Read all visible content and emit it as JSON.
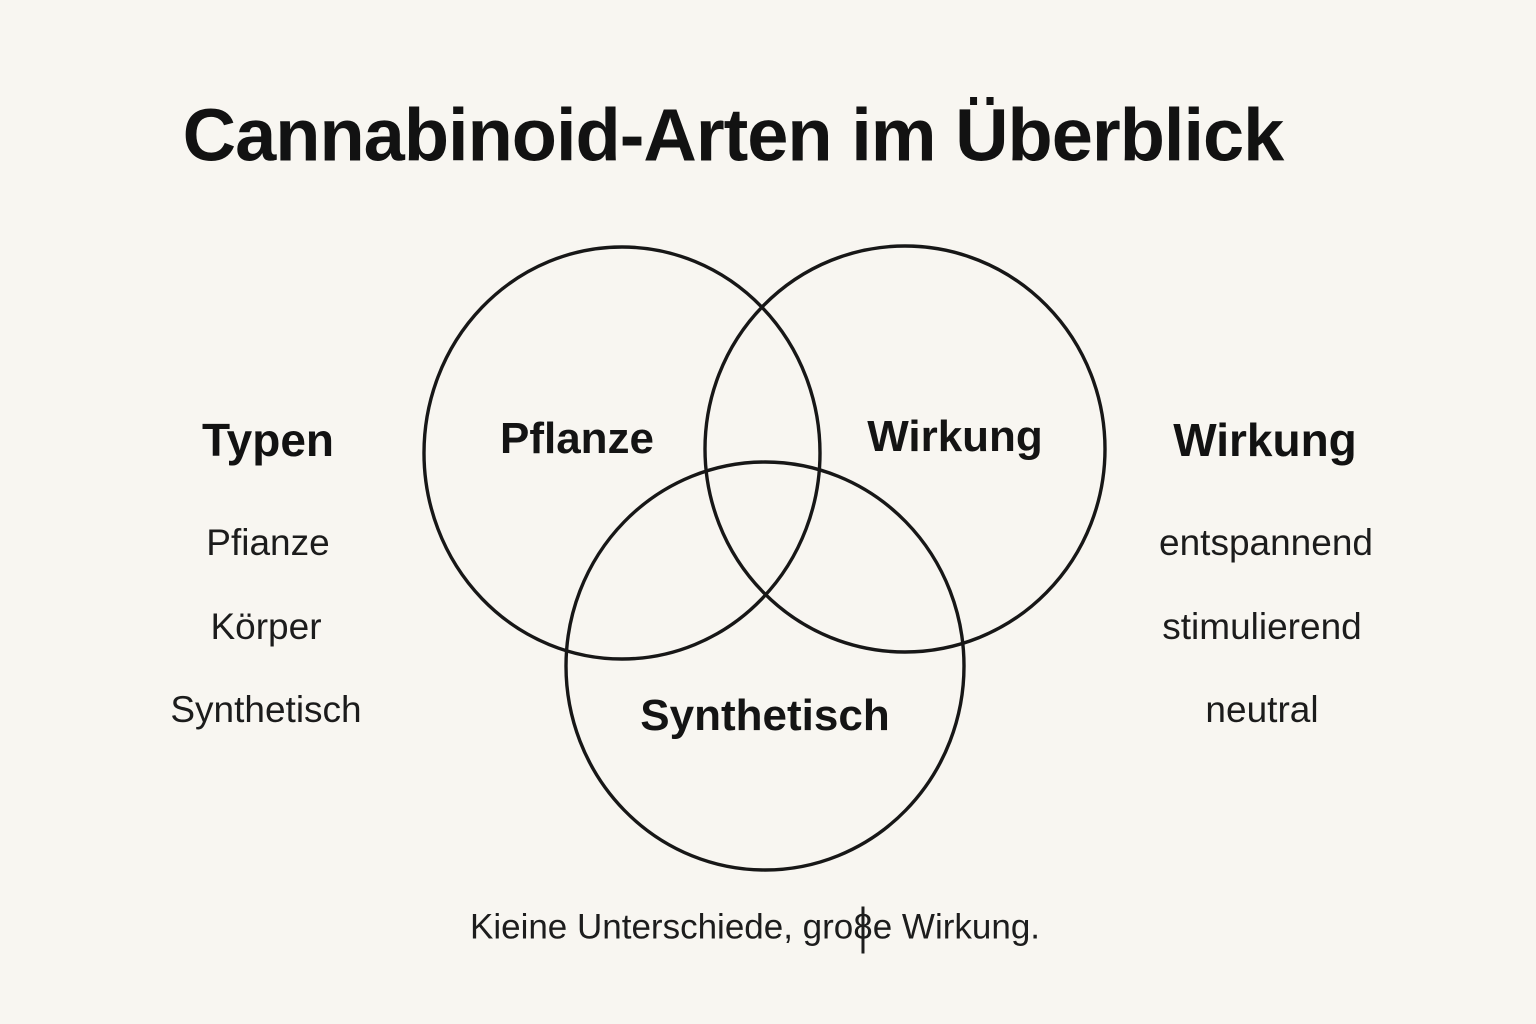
{
  "page": {
    "background_color": "#f8f6f1",
    "text_color": "#161616"
  },
  "title": "Cannabinoid-Arten im Überblick",
  "venn": {
    "stroke_color": "#171717",
    "circles": [
      {
        "id": "pflanze",
        "label": "Pflanze"
      },
      {
        "id": "wirkung",
        "label": "Wirkung"
      },
      {
        "id": "synthetisch",
        "label": "Synthetisch"
      }
    ]
  },
  "left_column": {
    "header": "Typen",
    "items": [
      "Pfianze",
      "Körper",
      "Synthetisch"
    ]
  },
  "right_column": {
    "header": "Wirkung",
    "items": [
      "entspannend",
      "stimulierend",
      "neutral"
    ]
  },
  "caption": {
    "prefix": "Kieine Unterschiede, gro",
    "glyph": "8",
    "suffix": "e Wirkung."
  }
}
